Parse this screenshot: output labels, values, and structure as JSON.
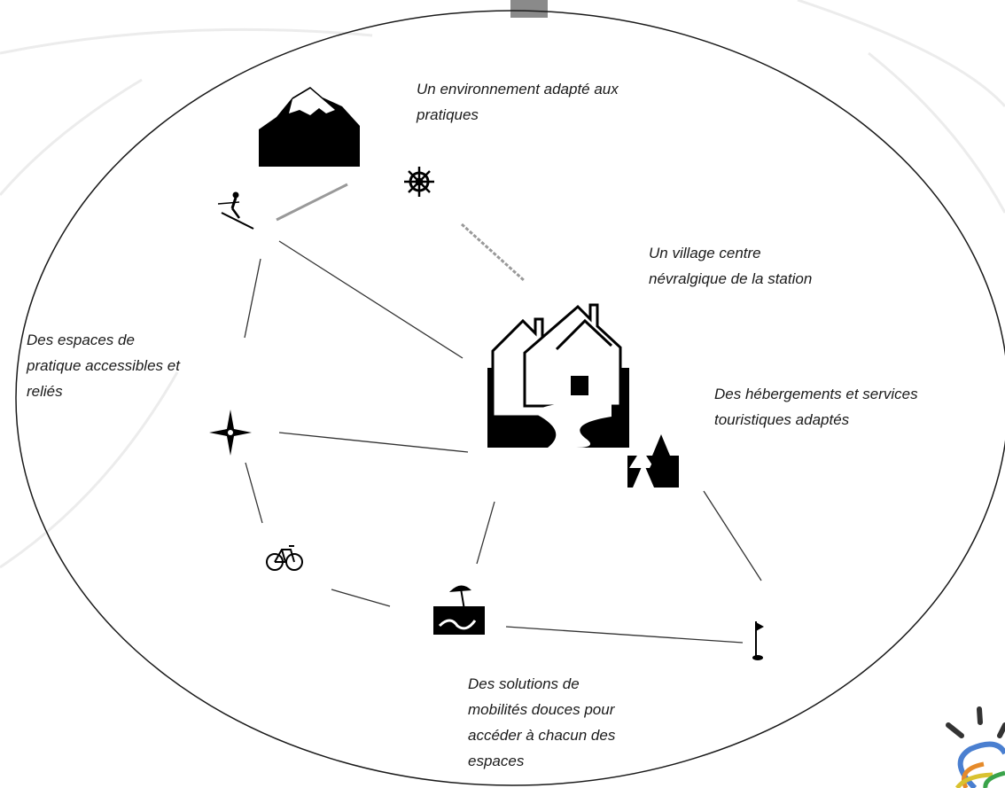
{
  "captions": {
    "environment": "Un environnement  adapté aux\npratiques",
    "village": "Un village centre\nnévralgique  de la station",
    "espaces": "Des espaces de\npratique  accessibles et\nreliés",
    "hebergements": "Des hébergements et services\ntouristiques adaptés",
    "mobilites": "Des solutions de\nmobilités douces pour\naccéder à chacun des\nespaces"
  },
  "icons": [
    "mountain-icon",
    "skier-icon",
    "ship-wheel-icon",
    "village-houses-icon",
    "compass-star-icon",
    "bicycle-icon",
    "camping-tent-icon",
    "beach-umbrella-icon",
    "golf-flag-icon",
    "logo-sun-icon"
  ],
  "colors": {
    "stroke": "#1a1a1a",
    "fill": "#000000",
    "logo_sun": "#333333"
  }
}
